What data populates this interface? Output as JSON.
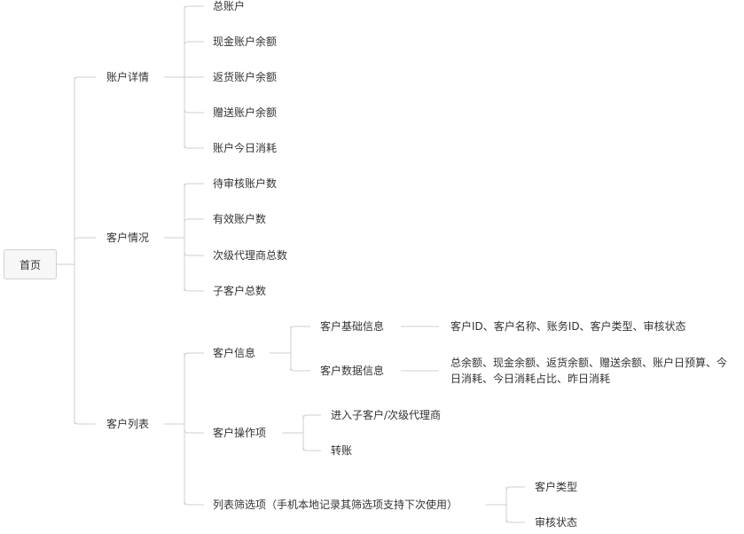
{
  "root": {
    "label": "首页"
  },
  "branches": {
    "account": {
      "label": "账户详情",
      "items": [
        "总账户",
        "现金账户余额",
        "返货账户余额",
        "赠送账户余额",
        "账户今日消耗"
      ]
    },
    "customer_status": {
      "label": "客户情况",
      "items": [
        "待审核账户数",
        "有效账户数",
        "次级代理商总数",
        "子客户总数"
      ]
    },
    "customer_list": {
      "label": "客户列表",
      "info": {
        "label": "客户信息",
        "basic": {
          "label": "客户基础信息",
          "detail": "客户ID、客户名称、账务ID、客户类型、审核状态"
        },
        "data": {
          "label": "客户数据信息",
          "detail": "总余额、现金余额、返货余额、赠送余额、账户日预算、今日消耗、今日消耗占比、昨日消耗"
        }
      },
      "ops": {
        "label": "客户操作项",
        "items": [
          "进入子客户/次级代理商",
          "转账"
        ]
      },
      "filter": {
        "label": "列表筛选项（手机本地记录其筛选项支持下次使用）",
        "items": [
          "客户类型",
          "审核状态"
        ]
      }
    }
  },
  "colors": {
    "line": "#cfcfcf",
    "text": "#333333",
    "root_bg": "#f7f7f7"
  }
}
